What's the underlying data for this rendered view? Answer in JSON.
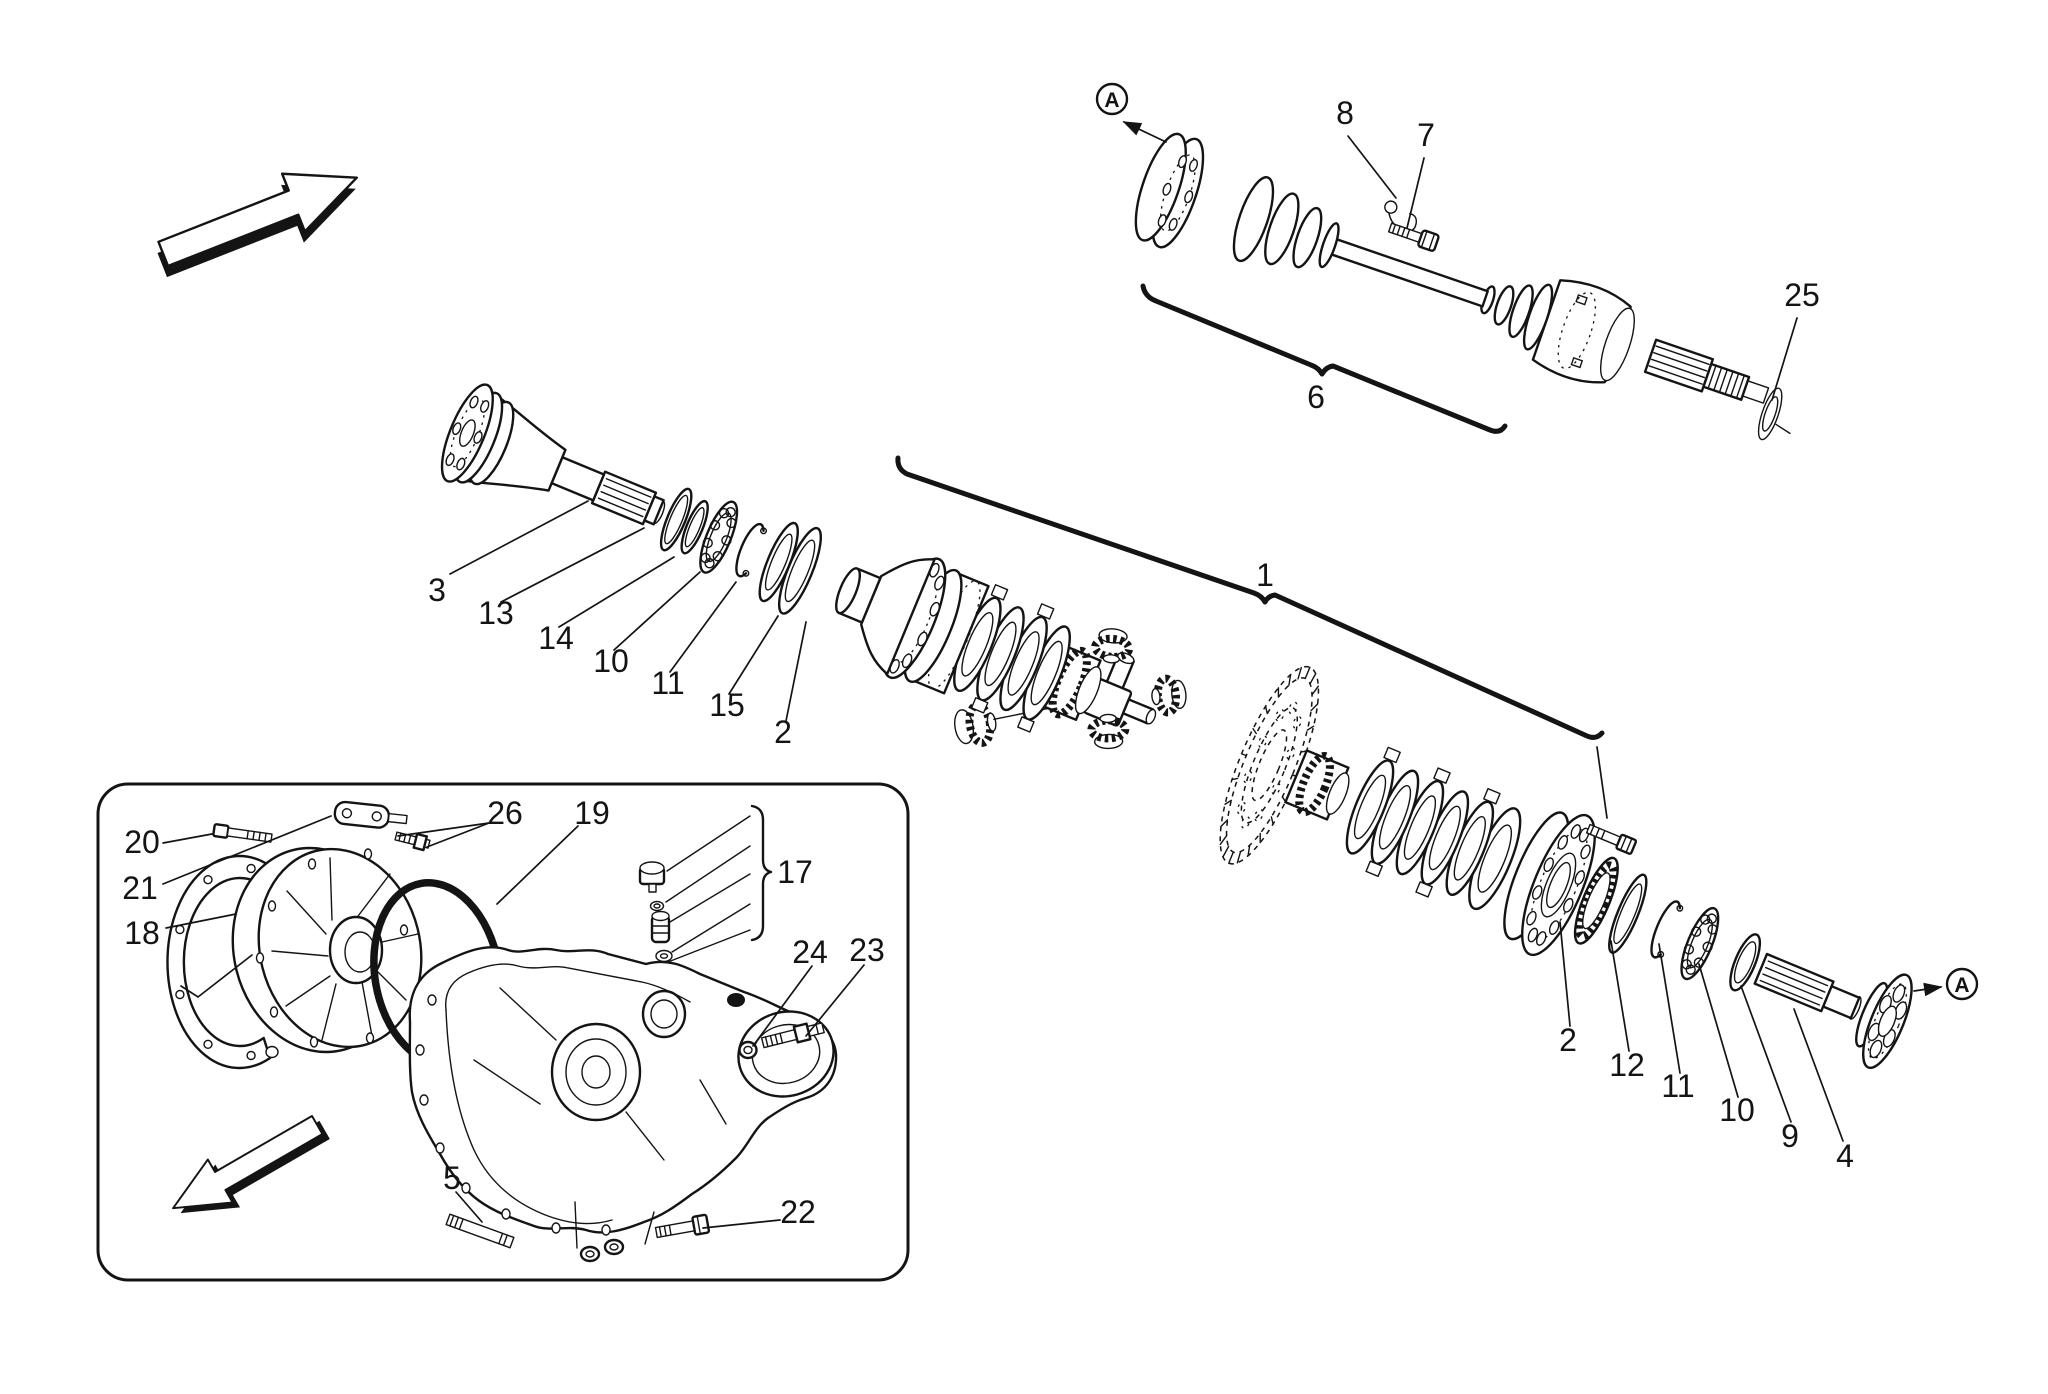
{
  "colors": {
    "background": "#ffffff",
    "ink": "#141414"
  },
  "view_marker": {
    "letter": "A"
  },
  "callouts": {
    "1": "1",
    "2": "2",
    "3": "3",
    "4": "4",
    "5": "5",
    "6": "6",
    "7": "7",
    "8": "8",
    "9": "9",
    "10": "10",
    "11": "11",
    "12": "12",
    "13": "13",
    "14": "14",
    "15": "15",
    "17": "17",
    "18": "18",
    "19": "19",
    "20": "20",
    "21": "21",
    "22": "22",
    "23": "23",
    "24": "24",
    "25": "25",
    "26": "26"
  }
}
